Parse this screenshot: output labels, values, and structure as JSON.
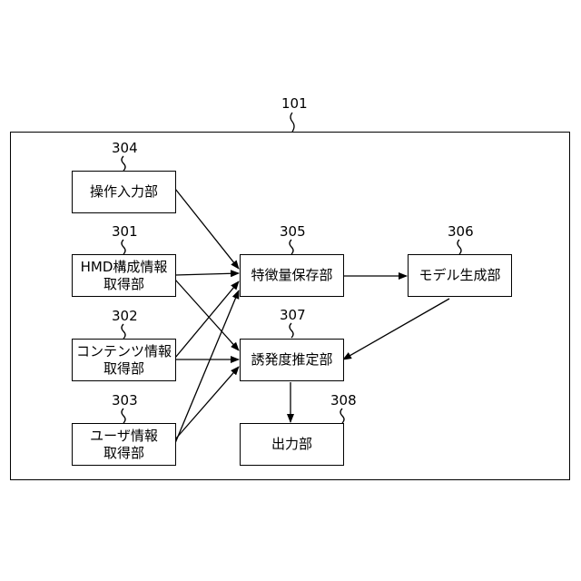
{
  "container": {
    "ref": "101"
  },
  "blocks": {
    "op_input": {
      "ref": "304",
      "label": "操作入力部"
    },
    "hmd_info": {
      "ref": "301",
      "line1": "HMD構成情報",
      "line2": "取得部"
    },
    "content_info": {
      "ref": "302",
      "line1": "コンテンツ情報",
      "line2": "取得部"
    },
    "user_info": {
      "ref": "303",
      "line1": "ユーザ情報",
      "line2": "取得部"
    },
    "feature_store": {
      "ref": "305",
      "label": "特徴量保存部"
    },
    "model_gen": {
      "ref": "306",
      "label": "モデル生成部"
    },
    "induce_est": {
      "ref": "307",
      "label": "誘発度推定部"
    },
    "output": {
      "ref": "308",
      "label": "出力部"
    }
  }
}
